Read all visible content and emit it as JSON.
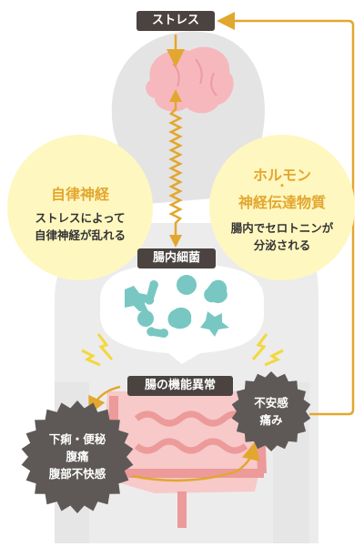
{
  "labels": {
    "stress": "ストレス",
    "gut_flora": "腸内細菌",
    "gut_dysfunction": "腸の機能異常"
  },
  "autonomic": {
    "title": "自律神経",
    "line1": "ストレスによって",
    "line2": "自律神経が乱れる"
  },
  "hormone": {
    "title1": "ホルモン",
    "dot": "・",
    "title2": "神経伝達物質",
    "line1": "腸内でセロトニンが",
    "line2": "分泌される"
  },
  "symptoms_left": {
    "line1": "下痢・便秘",
    "line2": "腹痛",
    "line3": "腹部不快感"
  },
  "symptoms_right": {
    "line1": "不安感",
    "line2": "痛み"
  },
  "colors": {
    "body": "#ececec",
    "head": "#e2e2e2",
    "brain": "#f6b8bd",
    "arrow": "#e2a72f",
    "tag": "#4a4340",
    "bubble": "#fff7c0",
    "bubble_title": "#e2a72f",
    "bacteria": "#78c7c2",
    "intestine_fill": "#f7c9c9",
    "intestine_stroke": "#ec9a9a",
    "burst": "#5e5957",
    "lightning": "#f3d83a"
  }
}
